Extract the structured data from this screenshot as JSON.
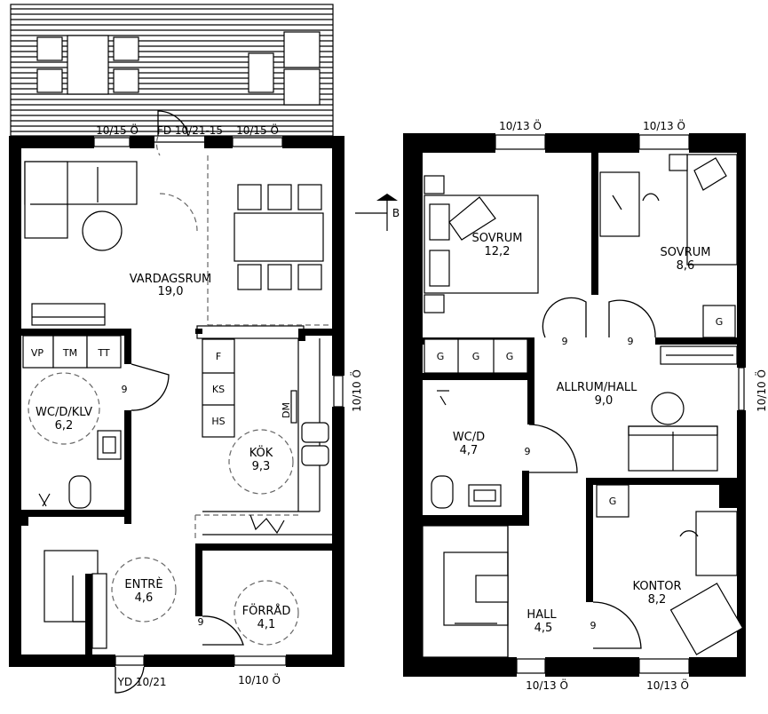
{
  "rooms": {
    "vardagsrum": {
      "name": "VARDAGSRUM",
      "area": "19,0"
    },
    "wc_d_klv": {
      "name": "WC/D/KLV",
      "area": "6,2"
    },
    "kok": {
      "name": "KÖK",
      "area": "9,3"
    },
    "entre": {
      "name": "ENTRÈ",
      "area": "4,6"
    },
    "forrad": {
      "name": "FÖRRÅD",
      "area": "4,1"
    },
    "sovrum1": {
      "name": "SOVRUM",
      "area": "12,2"
    },
    "sovrum2": {
      "name": "SOVRUM",
      "area": "8,6"
    },
    "allrum": {
      "name": "ALLRUM/HALL",
      "area": "9,0"
    },
    "wc_d": {
      "name": "WC/D",
      "area": "4,7"
    },
    "kontor": {
      "name": "KONTOR",
      "area": "8,2"
    },
    "hall": {
      "name": "HALL",
      "area": "4,5"
    }
  },
  "window_labels": {
    "w1": "10/15 Ö",
    "fd": "FD 10/21-15",
    "w2": "10/15 Ö",
    "side_left": "10/10 Ö",
    "yd": "YD 10/21",
    "bottom_left": "10/10 Ö",
    "top_r1": "10/13 Ö",
    "top_r2": "10/13 Ö",
    "bottom_r1": "10/13 Ö",
    "bottom_r2": "10/13 Ö",
    "side_right": "10/10 Ö"
  },
  "fixtures": {
    "vp": "VP",
    "tm": "TM",
    "tt": "TT",
    "f": "F",
    "ks": "KS",
    "hs": "HS",
    "dm": "DM",
    "g": "G"
  },
  "door_width": "9",
  "section_marker": "B"
}
